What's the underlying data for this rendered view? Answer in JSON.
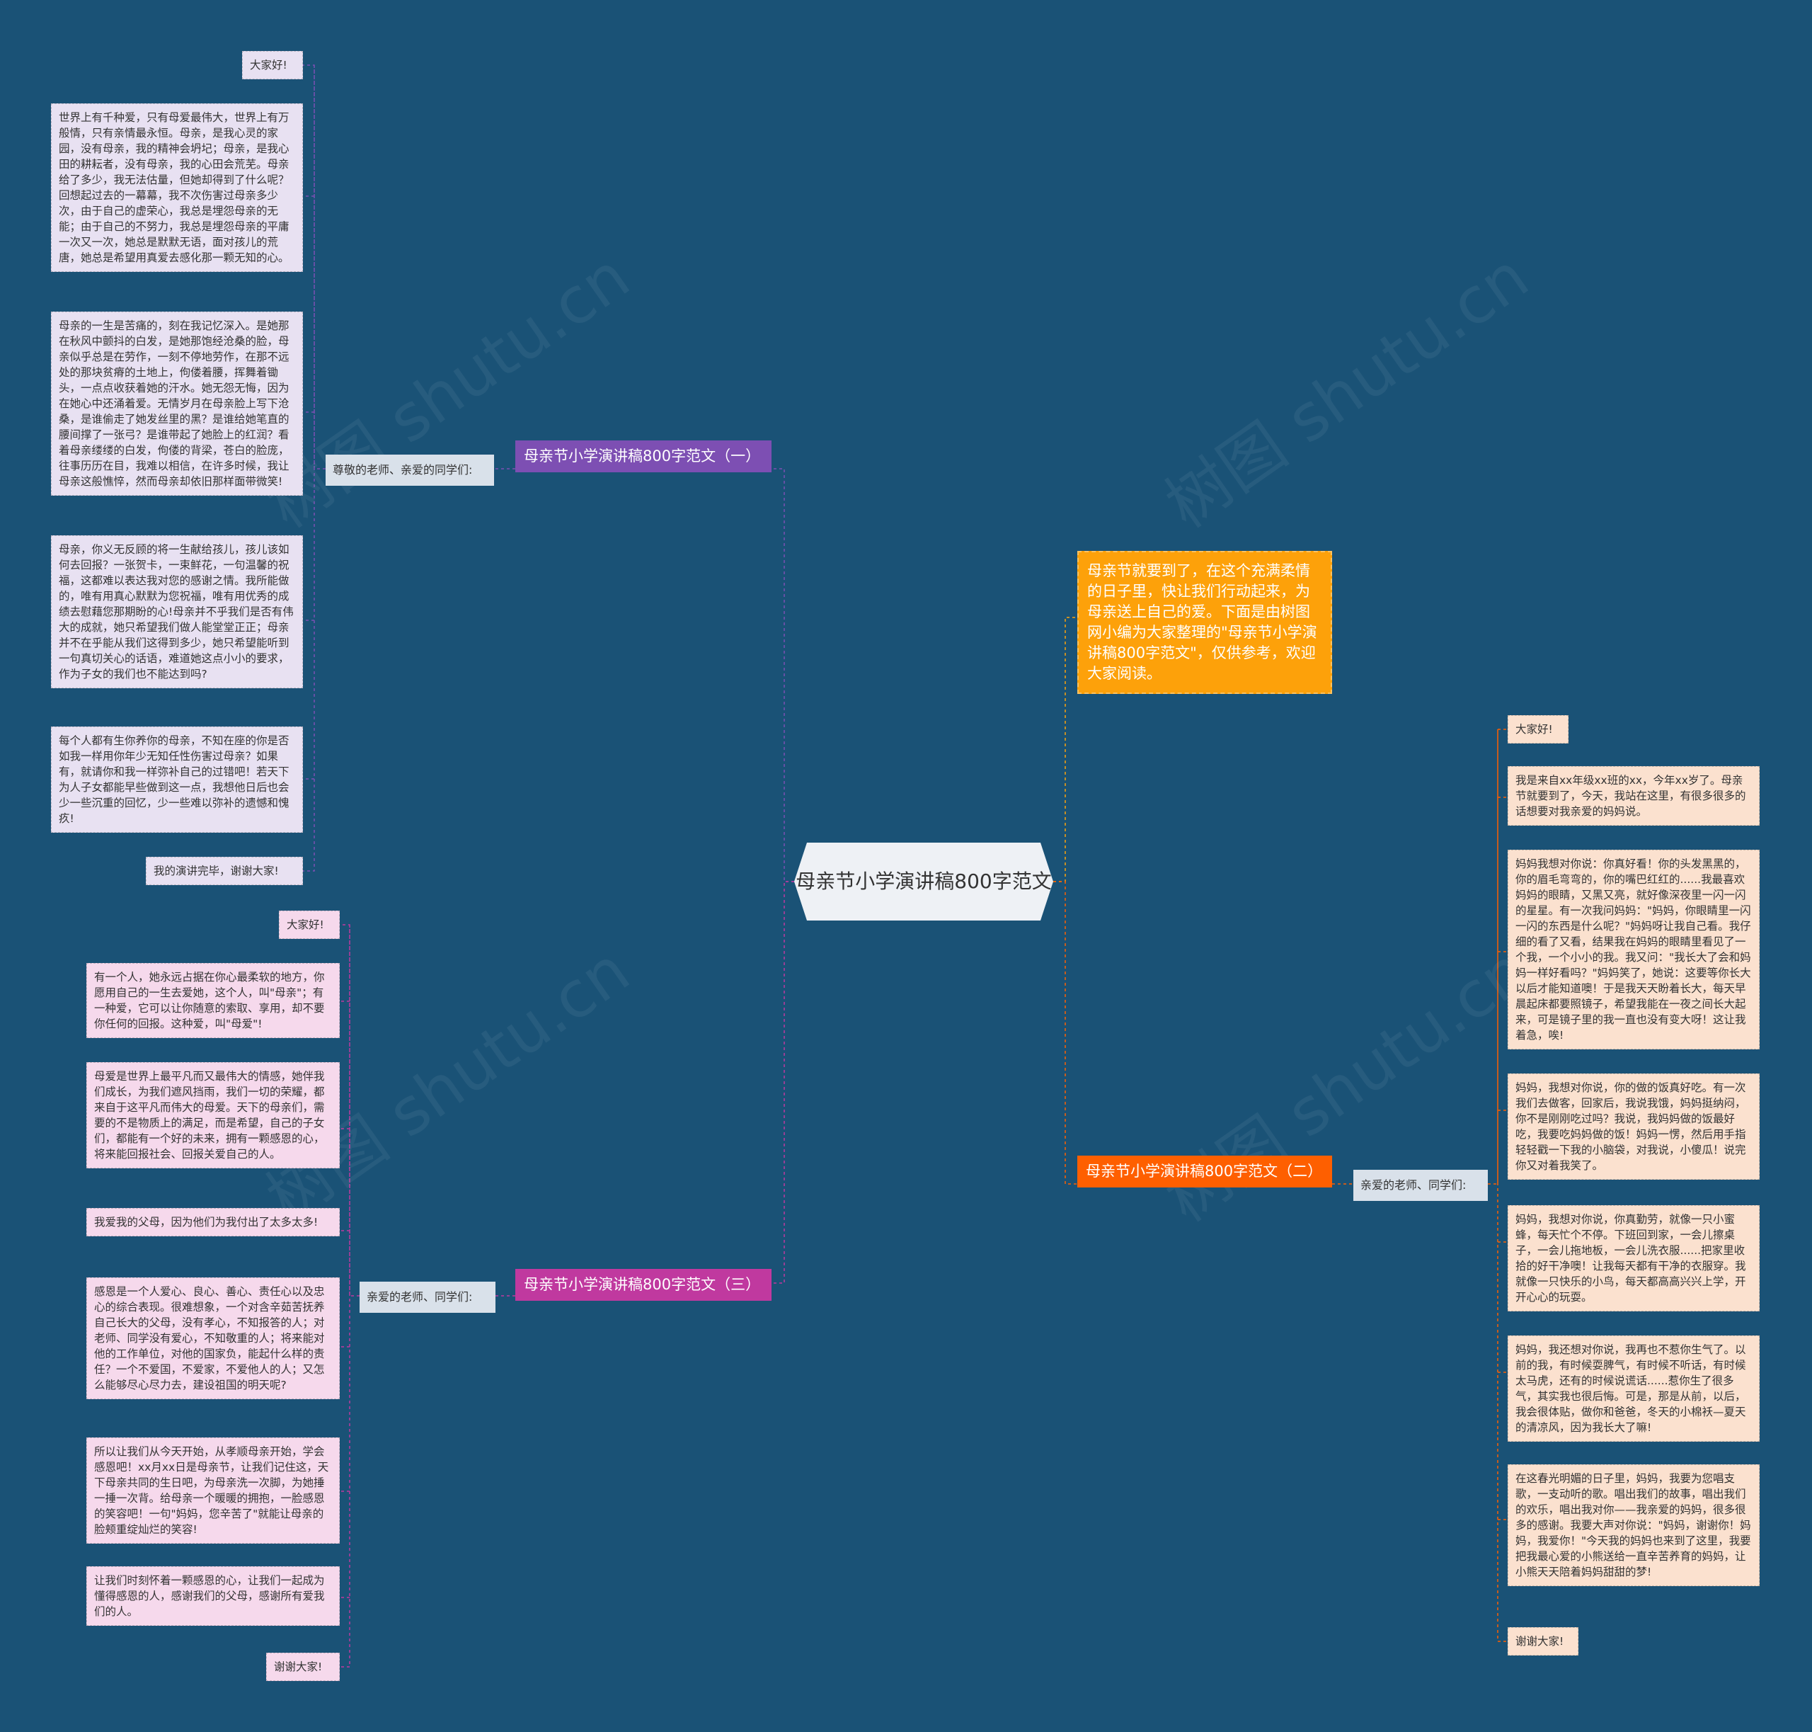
{
  "root": {
    "title": "母亲节小学演讲稿800字范文"
  },
  "intro": "母亲节就要到了，在这个充满柔情的日子里，快让我们行动起来，为母亲送上自己的爱。下面是由树图网小编为大家整理的\"母亲节小学演讲稿800字范文\"，仅供参考，欢迎大家阅读。",
  "branch1": {
    "title": "母亲节小学演讲稿800字范文（一）",
    "greeting": "尊敬的老师、亲爱的同学们:",
    "items": [
      "大家好!",
      "世界上有千种爱，只有母爱最伟大，世界上有万般情，只有亲情最永恒。母亲，是我心灵的家园，没有母亲，我的精神会坍圮；母亲，是我心田的耕耘者，没有母亲，我的心田会荒芜。母亲给了多少，我无法估量，但她却得到了什么呢？回想起过去的一幕幕，我不次伤害过母亲多少次，由于自己的虚荣心，我总是埋怨母亲的无能；由于自己的不努力，我总是埋怨母亲的平庸一次又一次，她总是默默无语，面对孩儿的荒唐，她总是希望用真爱去感化那一颗无知的心。",
      "母亲的一生是苦痛的，刻在我记忆深入。是她那在秋风中颤抖的白发，是她那饱经沧桑的脸，母亲似乎总是在劳作，一刻不停地劳作，在那不远处的那块贫瘠的土地上，佝偻着腰，挥舞着锄头，一点点收获着她的汗水。她无怨无悔，因为在她心中还涌着爱。无情岁月在母亲脸上写下沧桑，是谁偷走了她发丝里的黑？是谁给她笔直的腰间撑了一张弓？是谁带起了她脸上的红润？看着母亲缕缕的白发，佝偻的背梁，苍白的脸庞，往事历历在目，我难以相信，在许多时候，我让母亲这般憔悴，然而母亲却依旧那样面带微笑!",
      "母亲，你义无反顾的将一生献给孩儿，孩儿该如何去回报？一张贺卡，一束鲜花，一句温馨的祝福，这都难以表达我对您的感谢之情。我所能做的，唯有用真心默默为您祝福，唯有用优秀的成绩去慰藉您那期盼的心!母亲并不乎我们是否有伟大的成就，她只希望我们做人能堂堂正正；母亲并不在乎能从我们这得到多少，她只希望能听到一句真切关心的话语，难道她这点小小的要求，作为子女的我们也不能达到吗?",
      "每个人都有生你养你的母亲，不知在座的你是否如我一样用你年少无知任性伤害过母亲？如果有，就请你和我一样弥补自己的过错吧！若天下为人子女都能早些做到这一点，我想他日后也会少一些沉重的回忆，少一些难以弥补的遗憾和愧疚!",
      "我的演讲完毕，谢谢大家!"
    ]
  },
  "branch2": {
    "title": "母亲节小学演讲稿800字范文（二）",
    "greeting": "亲爱的老师、同学们:",
    "items": [
      "大家好!",
      "我是来自xx年级xx班的xx，今年xx岁了。母亲节就要到了，今天，我站在这里，有很多很多的话想要对我亲爱的妈妈说。",
      "妈妈我想对你说：你真好看！你的头发黑黑的，你的眉毛弯弯的，你的嘴巴红红的......我最喜欢妈妈的眼睛，又黑又亮，就好像深夜里一闪一闪的星星。有一次我问妈妈：\"妈妈，你眼睛里一闪一闪的东西是什么呢？\"妈妈呀让我自己看。我仔细的看了又看，结果我在妈妈的眼睛里看见了一个我，一个小小的我。我又问：\"我长大了会和妈妈一样好看吗？\"妈妈笑了，她说：这要等你长大以后才能知道噢！于是我天天盼着长大，每天早晨起床都要照镜子，希望我能在一夜之间长大起来，可是镜子里的我一直也没有变大呀！这让我着急，唉!",
      "妈妈，我想对你说，你的做的饭真好吃。有一次我们去做客，回家后，我说我饿，妈妈挺纳闷，你不是刚刚吃过吗？我说，我妈妈做的饭最好吃，我要吃妈妈做的饭！妈妈一愣，然后用手指轻轻戳一下我的小脑袋，对我说，小傻瓜！说完你又对着我笑了。",
      "妈妈，我想对你说，你真勤劳，就像一只小蜜蜂，每天忙个不停。下班回到家，一会儿擦桌子，一会儿拖地板，一会儿洗衣服......把家里收拾的好干净噢！让我每天都有干净的衣服穿。我就像一只快乐的小鸟，每天都高高兴兴上学，开开心心的玩耍。",
      "妈妈，我还想对你说，我再也不惹你生气了。以前的我，有时候耍脾气，有时候不听话，有时候太马虎，还有的时候说谎话......惹你生了很多气，其实我也很后悔。可是，那是从前，以后，我会很体贴，做你和爸爸，冬天的小棉袄—夏天的清凉风，因为我长大了嘛!",
      "在这春光明媚的日子里，妈妈，我要为您唱支歌，一支动听的歌。唱出我们的故事，唱出我们的欢乐，唱出我对你——我亲爱的妈妈，很多很多的感谢。我要大声对你说：\"妈妈，谢谢你！妈妈，我爱你！\"今天我的妈妈也来到了这里，我要把我最心爱的小熊送给一直辛苦养育的妈妈，让小熊天天陪着妈妈甜甜的梦!",
      "谢谢大家!"
    ]
  },
  "branch3": {
    "title": "母亲节小学演讲稿800字范文（三）",
    "greeting": "亲爱的老师、同学们:",
    "items": [
      "大家好!",
      "有一个人，她永远占据在你心最柔软的地方，你愿用自己的一生去爱她，这个人，叫\"母亲\"；有一种爱，它可以让你随意的索取、享用，却不要你任何的回报。这种爱，叫\"母爱\"!",
      "母爱是世界上最平凡而又最伟大的情感，她伴我们成长，为我们遮风挡雨，我们一切的荣耀，都来自于这平凡而伟大的母爱。天下的母亲们，需要的不是物质上的满足，而是希望，自己的子女们，都能有一个好的未来，拥有一颗感恩的心，将来能回报社会、回报关爱自己的人。",
      "我爱我的父母，因为他们为我付出了太多太多!",
      "感恩是一个人爱心、良心、善心、责任心以及忠心的综合表现。很难想象，一个对含辛茹苦抚养自己长大的父母，没有孝心，不知报答的人；对老师、同学没有爱心，不知敬重的人；将来能对他的工作单位，对他的国家负，能起什么样的责任？一个不爱国，不爱家，不爱他人的人；又怎么能够尽心尽力去，建设祖国的明天呢?",
      "所以让我们从今天开始，从孝顺母亲开始，学会感恩吧！xx月xx日是母亲节，让我们记住这，天下母亲共同的生日吧，为母亲洗一次脚，为她捶一捶一次背。给母亲一个暖暖的拥抱，一脸感恩的笑容吧！一句\"妈妈，您辛苦了\"就能让母亲的脸颊重绽灿烂的笑容!",
      "让我们时刻怀着一颗感恩的心，让我们一起成为懂得感恩的人，感谢我们的父母，感谢所有爱我们的人。",
      "谢谢大家!"
    ]
  },
  "watermark": "树图 shutu.cn",
  "colors": {
    "background": "#1a5276",
    "branch1": "#7d4fb3",
    "branch2": "#fe5f00",
    "branch3": "#c0399f",
    "intro": "#fda10a"
  }
}
